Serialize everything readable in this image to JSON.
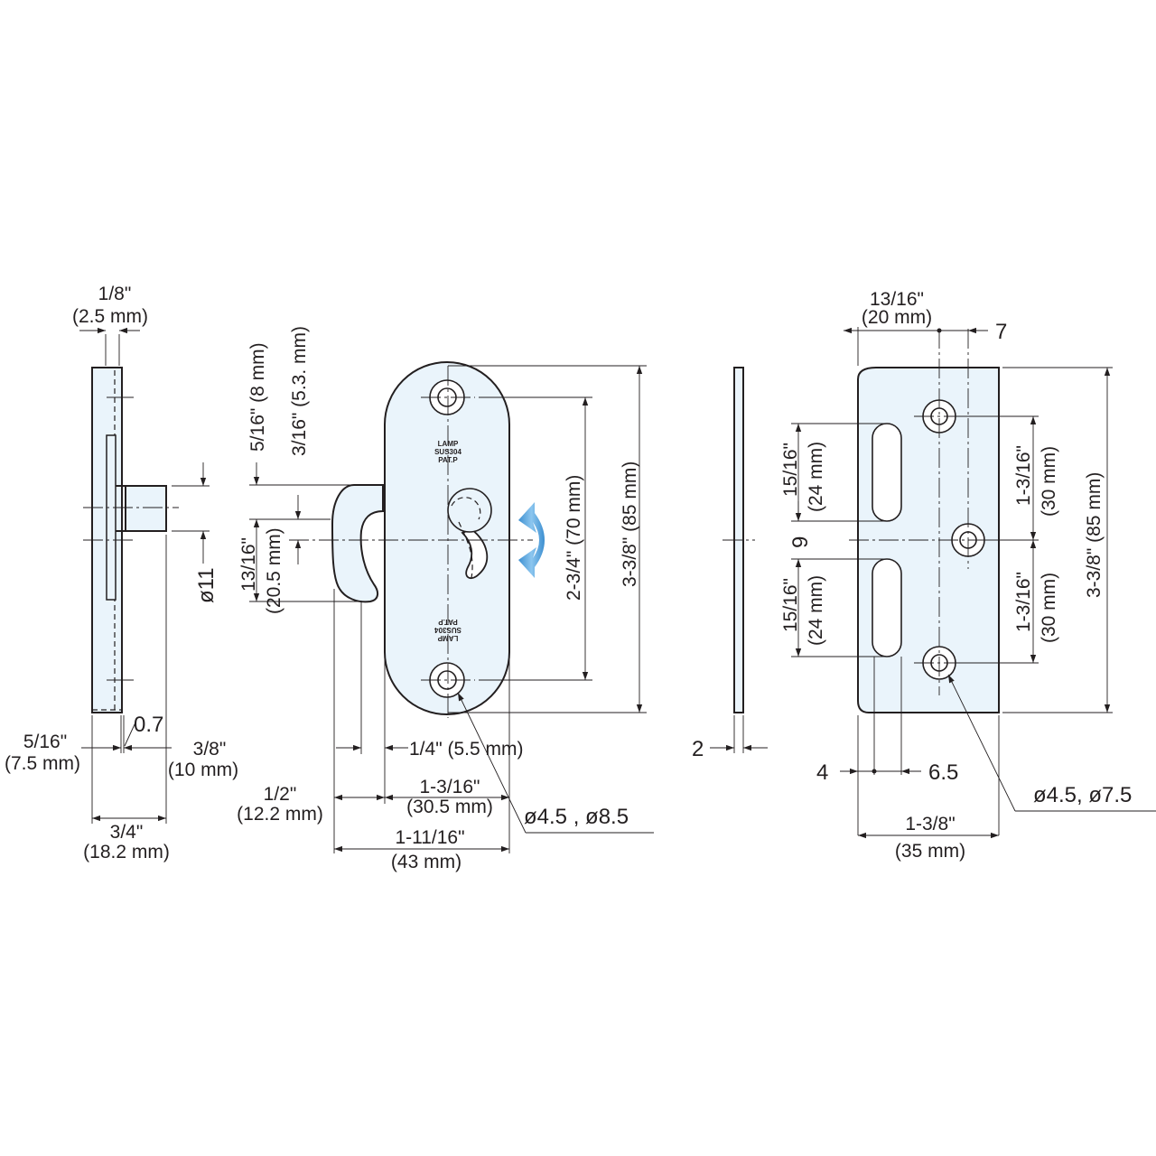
{
  "side_view": {
    "top_width_inch": "1/8\"",
    "top_width_mm": "(2.5 mm)",
    "d11": "ø11",
    "left_inch": "5/16\"",
    "left_mm": "(7.5 mm)",
    "d07": "0.7",
    "right_inch": "3/8\"",
    "right_mm": "(10 mm)",
    "total_inch": "3/4\"",
    "total_mm": "(18.2 mm)"
  },
  "latch_view": {
    "v516": "5/16\" (8 mm)",
    "v316": "3/16\" (5.3. mm)",
    "v1316_inch": "13/16\"",
    "v1316_mm": "(20.5 mm)",
    "h14": "1/4\" (5.5 mm)",
    "h12_inch": "1/2\"",
    "h12_mm": "(12.2 mm)",
    "h1316_inch": "1-3/16\"",
    "h1316_mm": "(30.5 mm)",
    "h11116_inch": "1-11/16\"",
    "h11116_mm": "(43 mm)",
    "v234": "2-3/4\" (70 mm)",
    "v338": "3-3/8\" (85 mm)",
    "hole_dia": "ø4.5 , ø8.5",
    "mark_lines": [
      "LAMP",
      "SUS304",
      "PAT.P"
    ]
  },
  "plate_side": {
    "thickness": "2"
  },
  "strike_plate": {
    "top_inch": "13/16\"",
    "top_mm": "(20 mm)",
    "top_7": "7",
    "slot_inch": "15/16\"",
    "slot_mm": "(24 mm)",
    "nine": "9",
    "pitch_inch": "1-3/16\"",
    "pitch_mm": "(30 mm)",
    "height": "3-3/8\" (85 mm)",
    "b4": "4",
    "b65": "6.5",
    "width_inch": "1-3/8\"",
    "width_mm": "(35 mm)",
    "hole_dia": "ø4.5, ø7.5"
  },
  "colors": {
    "part_fill": "#eaf4fb",
    "arrow_blue": "#5aa9e0"
  }
}
